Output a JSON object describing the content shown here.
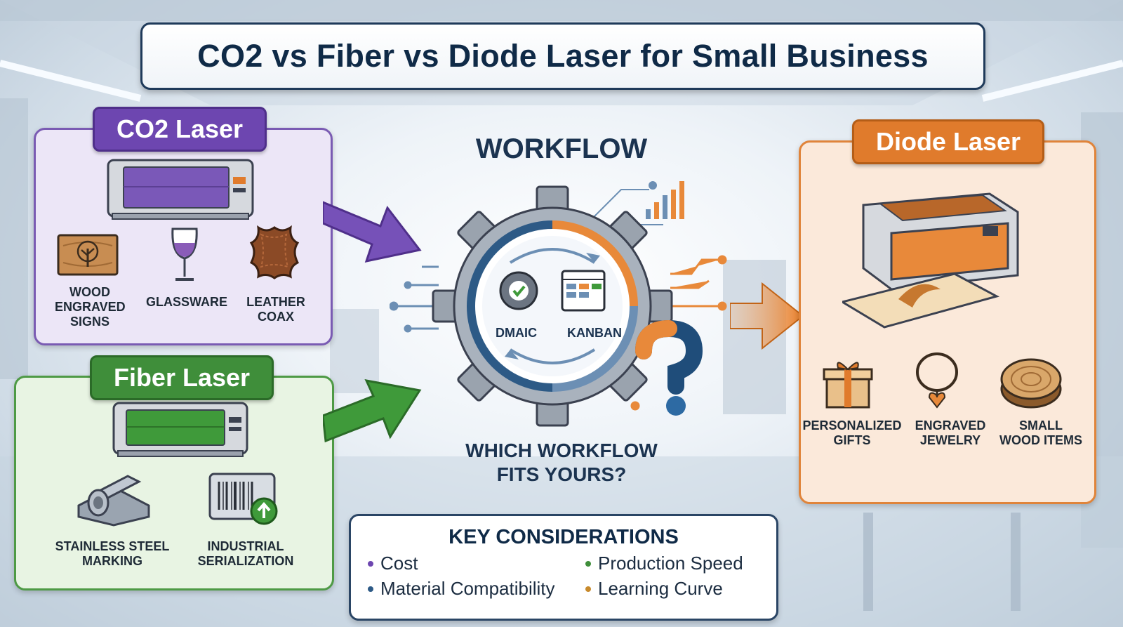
{
  "title": "CO2 vs Fiber vs Diode Laser for Small Business",
  "co2": {
    "label": "CO2 Laser",
    "uses": [
      "WOOD\nENGRAVED\nSIGNS",
      "GLASSWARE",
      "LEATHER\nCOAX"
    ]
  },
  "fiber": {
    "label": "Fiber Laser",
    "uses": [
      "STAINLESS STEEL\nMARKING",
      "INDUSTRIAL\nSERIALIZATION"
    ]
  },
  "diode": {
    "label": "Diode Laser",
    "uses": [
      "PERSONALIZED\nGIFTS",
      "ENGRAVED\nJEWELRY",
      "SMALL\nWOOD ITEMS"
    ]
  },
  "workflow": {
    "title": "WORKFLOW",
    "methods": [
      "DMAIC",
      "KANBAN"
    ],
    "question": "WHICH WORKFLOW\nFITS YOURS?"
  },
  "key_considerations": {
    "title": "KEY CONSIDERATIONS",
    "items": [
      "Cost",
      "Production Speed",
      "Material Compatibility",
      "Learning Curve"
    ]
  },
  "colors": {
    "co2": "#6d46b0",
    "fiber": "#3f8e3a",
    "diode": "#e07b2c",
    "navy": "#1b3350"
  }
}
